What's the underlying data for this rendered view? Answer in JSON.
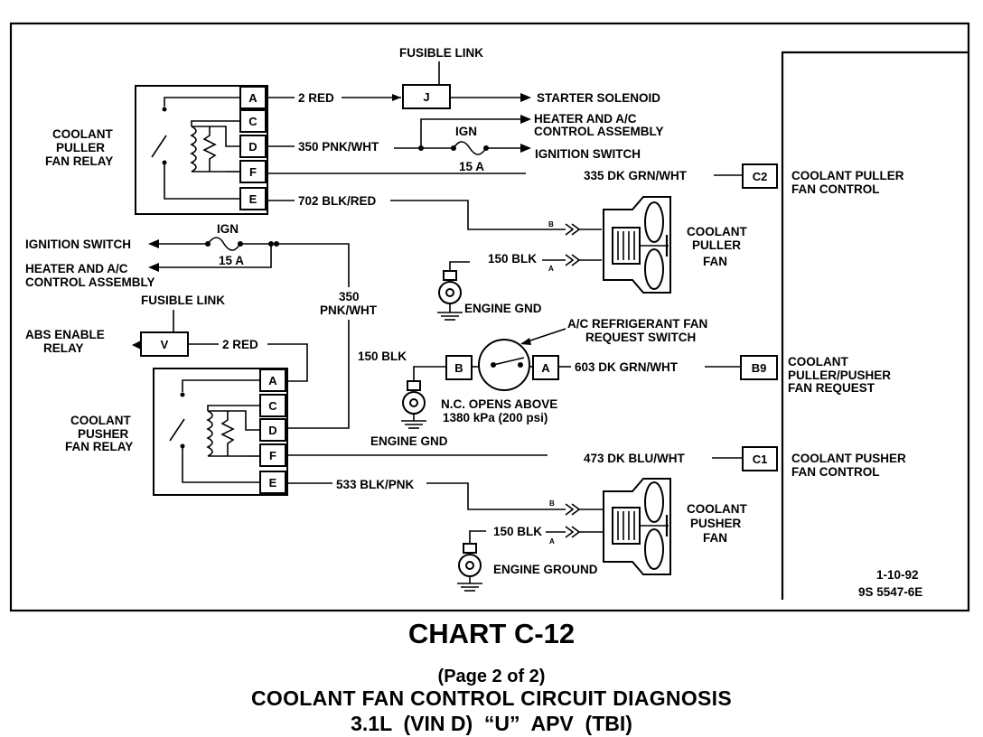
{
  "figure": {
    "title": "CHART C-12",
    "page": "(Page 2 of 2)",
    "subtitle": "COOLANT FAN CONTROL CIRCUIT DIAGNOSIS",
    "engine": "3.1L  (VIN D)  “U”  APV  (TBI)",
    "date_code": "1-10-92",
    "drawing_no": "9S 5547-6E"
  },
  "puller": {
    "fusible_link": "FUSIBLE LINK",
    "fuse_pin": "J",
    "relay_label": [
      "COOLANT",
      "PULLER",
      "FAN RELAY"
    ],
    "pins": [
      "A",
      "C",
      "D",
      "F",
      "E"
    ],
    "wire_a": "2 RED",
    "wire_d": "350 PNK/WHT",
    "wire_e": "702 BLK/RED",
    "starter": "STARTER SOLENOID",
    "heater": [
      "HEATER AND A/C",
      "CONTROL ASSEMBLY"
    ],
    "ign": "IGN",
    "ign_switch": "IGNITION SWITCH",
    "fuse_rating": "15 A",
    "ctrl_wire": "335 DK GRN/WHT",
    "ctrl_pin": "C2",
    "ctrl_label": [
      "COOLANT PULLER",
      "FAN CONTROL"
    ],
    "fan_label": [
      "COOLANT",
      "PULLER",
      "FAN"
    ],
    "gnd_wire": "150 BLK",
    "gnd_label": "ENGINE GND",
    "conn_b": "B",
    "conn_a": "A"
  },
  "pusher": {
    "ign_switch": "IGNITION SWITCH",
    "ign": "IGN",
    "fuse_rating": "15 A",
    "heater": [
      "HEATER AND A/C",
      "CONTROL ASSEMBLY"
    ],
    "feed_wire": [
      "350",
      "PNK/WHT"
    ],
    "fusible_link": "FUSIBLE LINK",
    "abs": [
      "ABS ENABLE",
      "RELAY"
    ],
    "fuse_pin": "V",
    "wire_a": "2 RED",
    "relay_label": [
      "COOLANT",
      "PUSHER",
      "FAN RELAY"
    ],
    "pins": [
      "A",
      "C",
      "D",
      "F",
      "E"
    ],
    "wire_e": "533 BLK/PNK",
    "ctrl_wire": "473 DK BLU/WHT",
    "ctrl_pin": "C1",
    "ctrl_label": [
      "COOLANT PUSHER",
      "FAN CONTROL"
    ],
    "fan_label": [
      "COOLANT",
      "PUSHER",
      "FAN"
    ],
    "gnd_wire": "150 BLK",
    "gnd_label": "ENGINE GROUND",
    "conn_b": "B",
    "conn_a": "A"
  },
  "switch": {
    "label": [
      "A/C REFRIGERANT FAN",
      "REQUEST SWITCH"
    ],
    "pin_b": "B",
    "pin_a": "A",
    "gnd_wire": "150 BLK",
    "gnd_label": "ENGINE GND",
    "note": [
      "N.C. OPENS ABOVE",
      "1380 kPa (200 psi)"
    ],
    "wire": "603 DK GRN/WHT",
    "ecm_pin": "B9",
    "ecm_label": [
      "COOLANT",
      "PULLER/PUSHER",
      "FAN REQUEST"
    ]
  }
}
